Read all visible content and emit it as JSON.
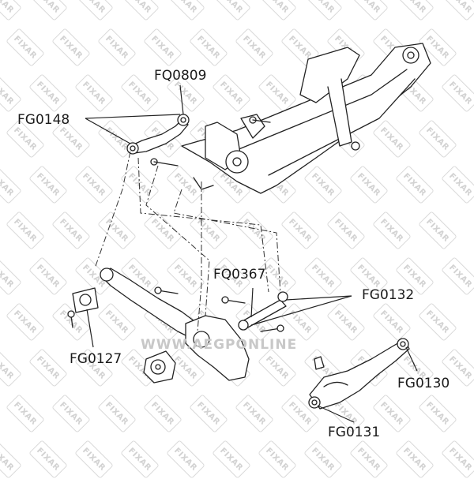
{
  "watermark": {
    "brand": "FIXAR",
    "site": "WWW.AEGPONLINE"
  },
  "labels": {
    "fq0809": "FQ0809",
    "fg0148": "FG0148",
    "fq0367": "FQ0367",
    "fg0132": "FG0132",
    "fg0127": "FG0127",
    "fg0130": "FG0130",
    "fg0131": "FG0131"
  },
  "colors": {
    "line": "#222222",
    "dash": "#333333",
    "watermark": "#d2d2d2",
    "label": "#1a1a1a"
  }
}
